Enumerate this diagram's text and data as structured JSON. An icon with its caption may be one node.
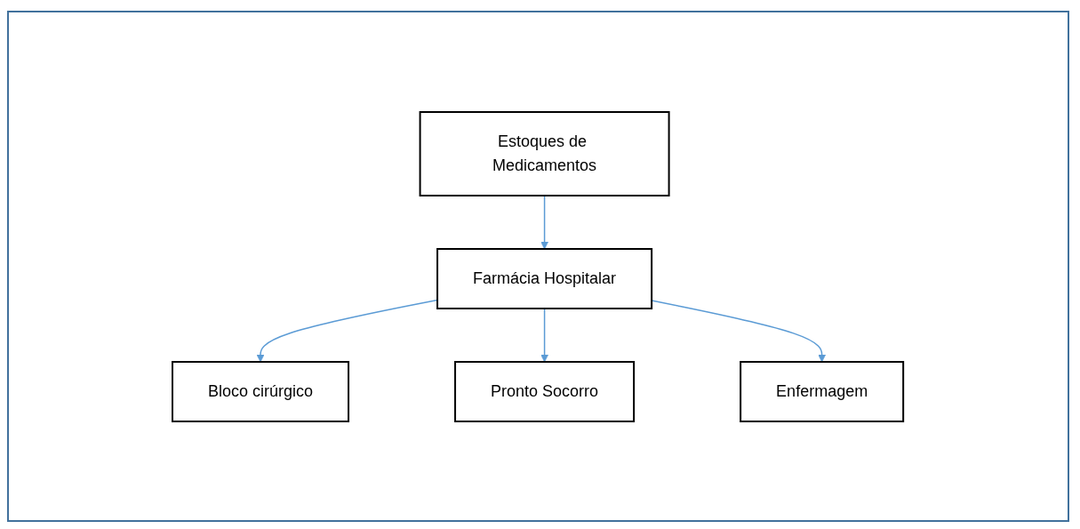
{
  "diagram": {
    "nodes": [
      {
        "text": [
          "Estoques de Medicamentos"
        ]
      },
      {
        "text": [
          "Bloco cirúrgico"
        ]
      },
      {
        "text": [
          "Farmácia Hospitalar"
        ]
      },
      {
        "text": [
          "Pronto Socorro"
        ]
      },
      {
        "text": [
          "Enfermagem"
        ]
      }
    ],
    "edges": [
      {
        "from": 0,
        "to": 2,
        "arrow": "to"
      },
      {
        "from": 2,
        "to": 1,
        "arrow": "to"
      },
      {
        "from": 2,
        "to": 3,
        "arrow": "to"
      },
      {
        "from": 2,
        "to": 4,
        "arrow": "to"
      }
    ]
  }
}
